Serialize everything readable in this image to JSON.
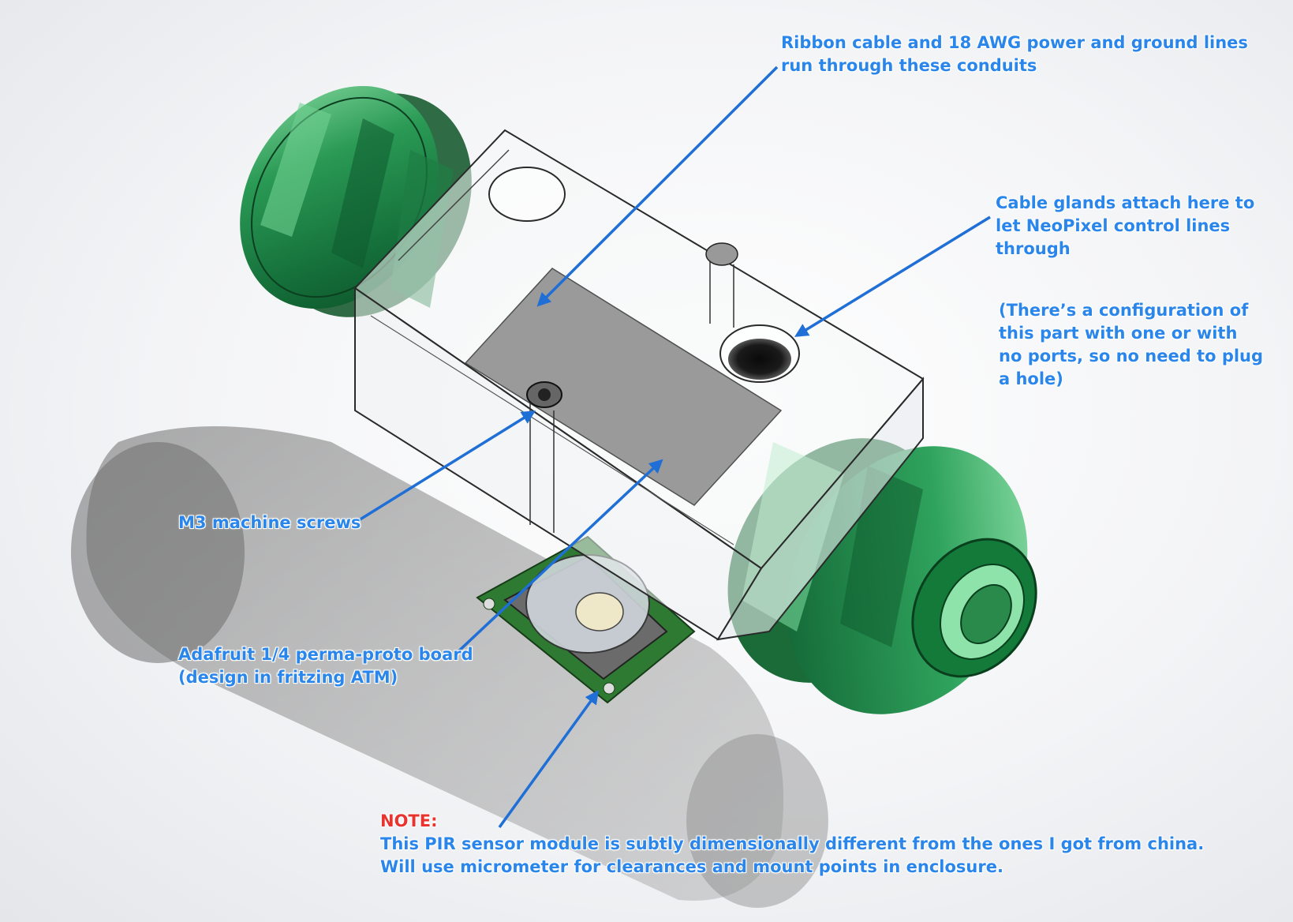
{
  "callouts": {
    "ribbon": {
      "line1": "Ribbon cable and 18 AWG power and ground lines",
      "line2": "run through these conduits"
    },
    "glands": {
      "line1": "Cable glands attach here to",
      "line2": "let NeoPixel control lines",
      "line3": "through"
    },
    "config": {
      "line1": "(There’s a configuration of",
      "line2": "this part with one or with",
      "line3": "no ports, so no need to plug",
      "line4": "a hole)"
    },
    "screws": {
      "line1": "M3 machine screws"
    },
    "board": {
      "line1": "Adafruit 1/4 perma-proto board",
      "line2": "(design in fritzing ATM)"
    },
    "note": {
      "label": "NOTE:",
      "line1": "This PIR sensor module is subtly dimensionally different from the ones I got from china.",
      "line2": "Will use micrometer for clearances and mount points in enclosure."
    }
  },
  "colors": {
    "callout_text": "#2a86ea",
    "arrow": "#1f6fd6",
    "note_label": "#e8332e",
    "gland_green": "#1f8a4a",
    "pcb_green": "#2f7a32"
  }
}
